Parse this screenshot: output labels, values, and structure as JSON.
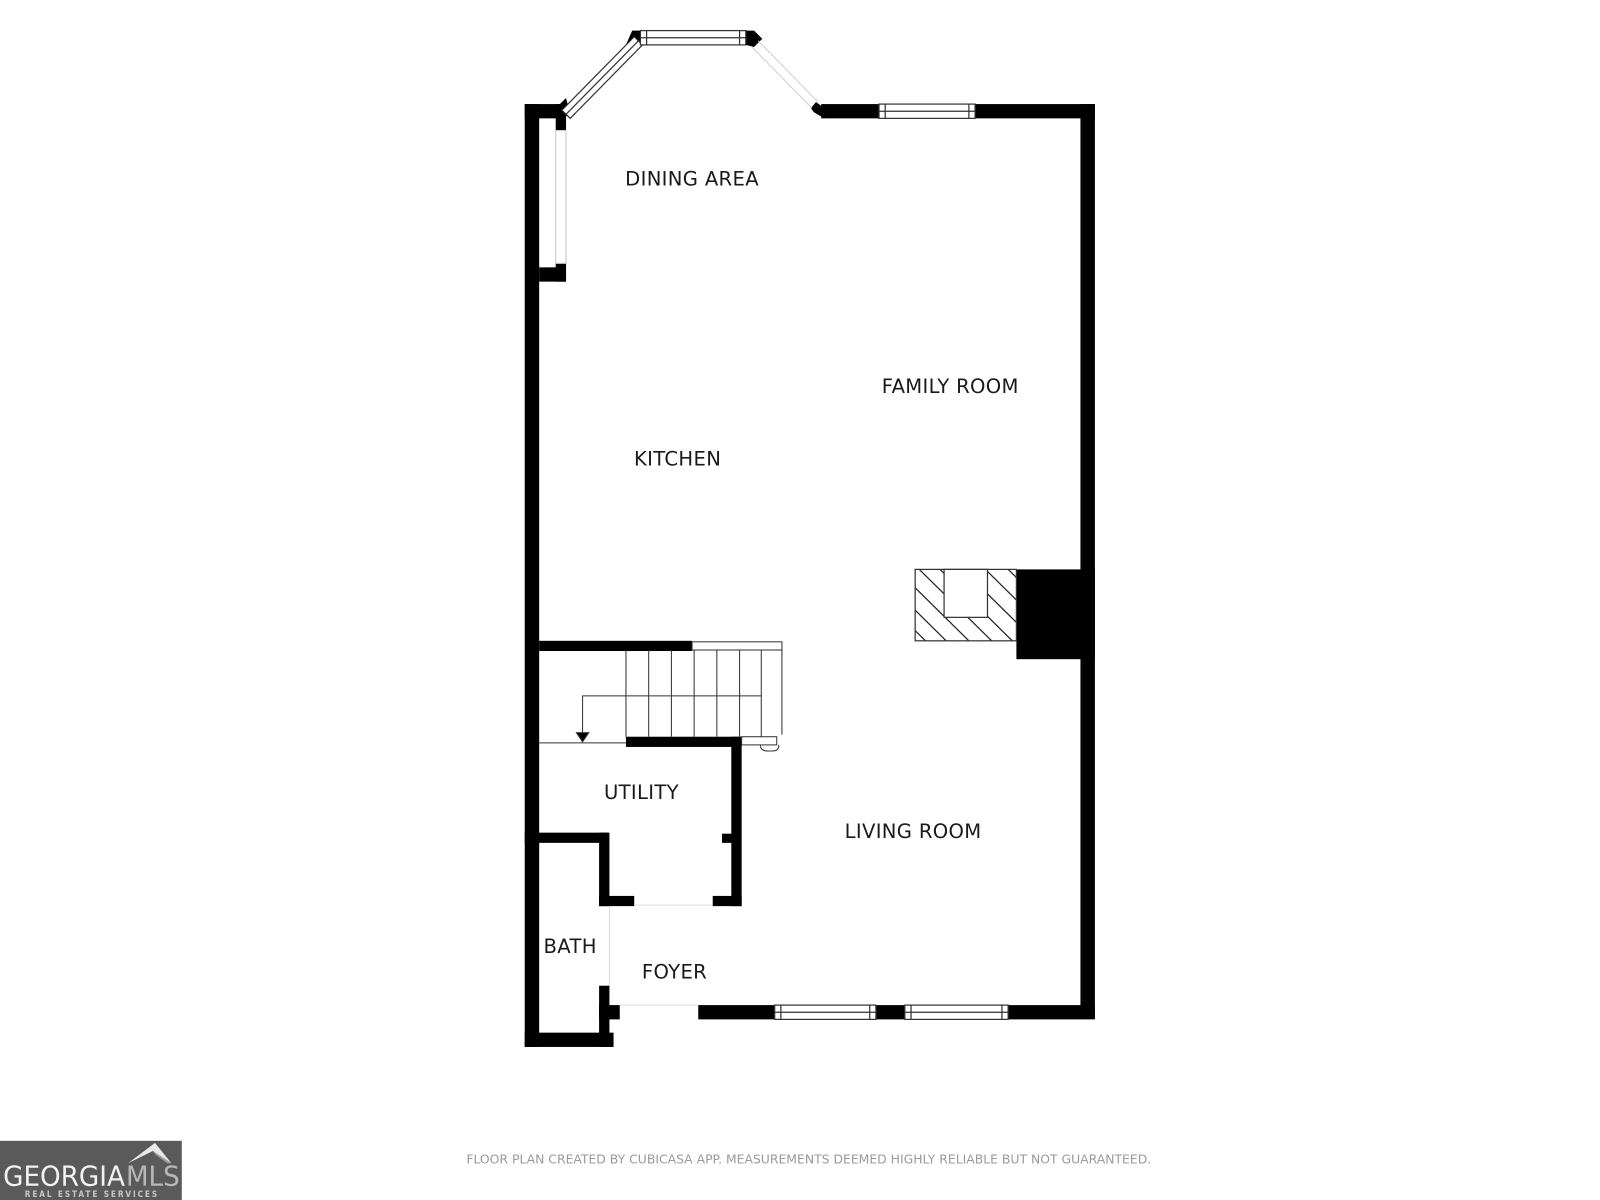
{
  "floor_plan": {
    "rooms": [
      {
        "id": "dining-area",
        "label": "DINING AREA"
      },
      {
        "id": "family-room",
        "label": "FAMILY ROOM"
      },
      {
        "id": "kitchen",
        "label": "KITCHEN"
      },
      {
        "id": "utility",
        "label": "UTILITY"
      },
      {
        "id": "living-room",
        "label": "LIVING ROOM"
      },
      {
        "id": "bath",
        "label": "BATH"
      },
      {
        "id": "foyer",
        "label": "FOYER"
      }
    ],
    "features": [
      "bay-window",
      "fireplace",
      "stairs"
    ],
    "colors": {
      "wall": "#000000",
      "background": "#ffffff",
      "window": "#ffffff",
      "window_stroke": "#333333"
    }
  },
  "footer": {
    "disclaimer": "FLOOR PLAN CREATED BY CUBICASA APP. MEASUREMENTS DEEMED HIGHLY RELIABLE BUT NOT GUARANTEED."
  },
  "logo": {
    "brand_main": "GEORGIA",
    "brand_accent": "MLS",
    "tagline": "REAL ESTATE SERVICES",
    "background": "#5a5a5a"
  }
}
